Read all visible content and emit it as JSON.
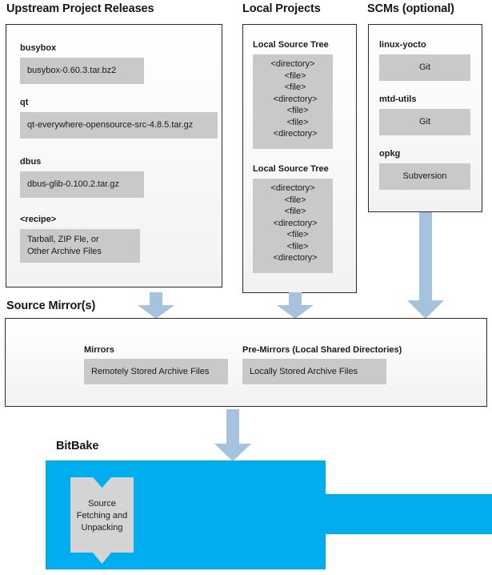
{
  "colors": {
    "bitbake_blue": "#00ADEE",
    "arrow_blue": "#A5C3DD",
    "block_grey": "#C9C9C9",
    "panel_border": "#2B2B2B",
    "text": "#1A1A1A"
  },
  "columns": {
    "upstream": {
      "title": "Upstream Project Releases",
      "groups": [
        {
          "label": "busybox",
          "value": "busybox-0.60.3.tar.bz2"
        },
        {
          "label": "qt",
          "value": "qt-everywhere-opensource-src-4.8.5.tar.gz"
        },
        {
          "label": "dbus",
          "value": "dbus-glib-0.100.2.tar.gz"
        },
        {
          "label": "<recipe>",
          "value_lines": [
            "Tarball, ZIP Fle, or",
            "Other Archive Files"
          ]
        }
      ]
    },
    "local_projects": {
      "title": "Local Projects",
      "groups": [
        {
          "label": "Local Source Tree",
          "tree": [
            "<directory>",
            "  <file>",
            "  <file>",
            "  <directory>",
            "    <file>",
            "    <file>",
            "  <directory>"
          ]
        },
        {
          "label": "Local Source Tree",
          "tree": [
            "<directory>",
            "  <file>",
            "  <file>",
            "  <directory>",
            "    <file>",
            "    <file>",
            "  <directory>"
          ]
        }
      ]
    },
    "scms": {
      "title": "SCMs (optional)",
      "groups": [
        {
          "label": "linux-yocto",
          "value": "Git"
        },
        {
          "label": "mtd-utils",
          "value": "Git"
        },
        {
          "label": "opkg",
          "value": "Subversion"
        }
      ]
    }
  },
  "source_mirrors": {
    "title": "Source Mirror(s)",
    "groups": [
      {
        "label": "Mirrors",
        "value": "Remotely Stored Archive Files"
      },
      {
        "label": "Pre-Mirrors (Local Shared Directories)",
        "value": "Locally Stored Archive Files"
      }
    ]
  },
  "bitbake": {
    "title": "BitBake",
    "badge_lines": [
      "Source",
      "Fetching and",
      "Unpacking"
    ]
  },
  "arrows": [
    {
      "name": "arrow-upstream-to-mirrors"
    },
    {
      "name": "arrow-local-projects-to-mirrors"
    },
    {
      "name": "arrow-scms-to-mirrors"
    },
    {
      "name": "arrow-mirrors-to-bitbake"
    }
  ]
}
